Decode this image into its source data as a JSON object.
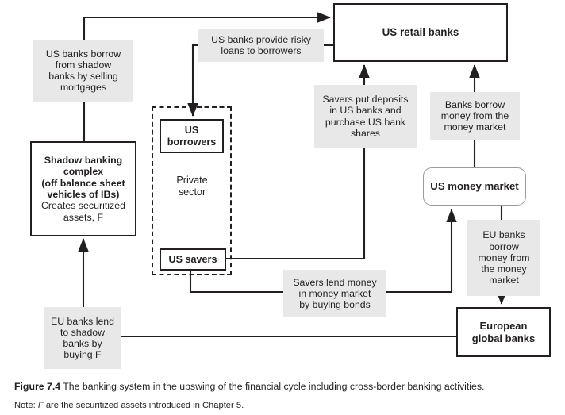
{
  "figure": {
    "caption_prefix": "Figure 7.4",
    "caption_text": "The banking system in the upswing of the financial cycle including cross-border banking activities.",
    "note_prefix": "Note:",
    "note_symbol": "F",
    "note_text": "are the securitized assets introduced in Chapter 5."
  },
  "colors": {
    "label_fill": "#e8e8e8",
    "stroke": "#231f20",
    "rounded_stroke": "#9a9a9a",
    "page_background": "#ffffff"
  },
  "nodes": {
    "us_retail_banks": "US retail banks",
    "shadow_banking_complex_bold": "Shadow banking\ncomplex\n(off balance sheet\nvehicles of IBs)",
    "shadow_banking_complex_regular": "Creates securitized\nassets, F",
    "us_borrowers": "US\nborrowers",
    "us_savers": "US savers",
    "private_sector": "Private\nsector",
    "us_money_market": "US money market",
    "european_global_banks": "European\nglobal banks"
  },
  "labels": {
    "us_banks_borrow": "US banks borrow\nfrom shadow\nbanks by selling\nmortgages",
    "risky_loans": "US banks provide risky\nloans to borrowers",
    "savers_deposits": "Savers put deposits\nin US banks and\npurchase US bank\nshares",
    "banks_borrow_mm": "Banks borrow\nmoney from the\nmoney market",
    "eu_banks_borrow_mm": "EU banks\nborrow\nmoney from\nthe money\nmarket",
    "savers_lend": "Savers lend money\nin money market\nby buying bonds",
    "eu_banks_lend": "EU banks lend\nto shadow\nbanks by\nbuying F"
  },
  "chart_data": {
    "type": "diagram",
    "title": "The banking system in the upswing of the financial cycle including cross-border banking activities",
    "entities": [
      {
        "id": "us_retail_banks",
        "label": "US retail banks",
        "shape": "rect-solid"
      },
      {
        "id": "shadow_banking_complex",
        "label": "Shadow banking complex (off balance sheet vehicles of IBs) Creates securitized assets, F",
        "shape": "rect-solid"
      },
      {
        "id": "private_sector",
        "label": "Private sector",
        "shape": "rect-dashed"
      },
      {
        "id": "us_borrowers",
        "label": "US borrowers",
        "shape": "rect-solid"
      },
      {
        "id": "us_savers",
        "label": "US savers",
        "shape": "rect-solid"
      },
      {
        "id": "us_money_market",
        "label": "US money market",
        "shape": "rounded-rect"
      },
      {
        "id": "european_global_banks",
        "label": "European global banks",
        "shape": "rect-solid"
      }
    ],
    "edges": [
      {
        "from": "shadow_banking_complex",
        "to": "us_retail_banks",
        "label": "US banks borrow from shadow banks by selling mortgages"
      },
      {
        "from": "us_retail_banks",
        "to": "us_borrowers",
        "label": "US banks provide risky loans to borrowers"
      },
      {
        "from": "us_savers",
        "to": "us_retail_banks",
        "label": "Savers put deposits in US banks and purchase US bank shares"
      },
      {
        "from": "us_money_market",
        "to": "us_retail_banks",
        "label": "Banks borrow money from the money market"
      },
      {
        "from": "us_savers",
        "to": "us_money_market",
        "label": "Savers lend money in money market by buying bonds"
      },
      {
        "from": "us_money_market",
        "to": "european_global_banks",
        "label": "EU banks borrow money from the money market"
      },
      {
        "from": "european_global_banks",
        "to": "shadow_banking_complex",
        "label": "EU banks lend to shadow banks by buying F"
      }
    ]
  }
}
